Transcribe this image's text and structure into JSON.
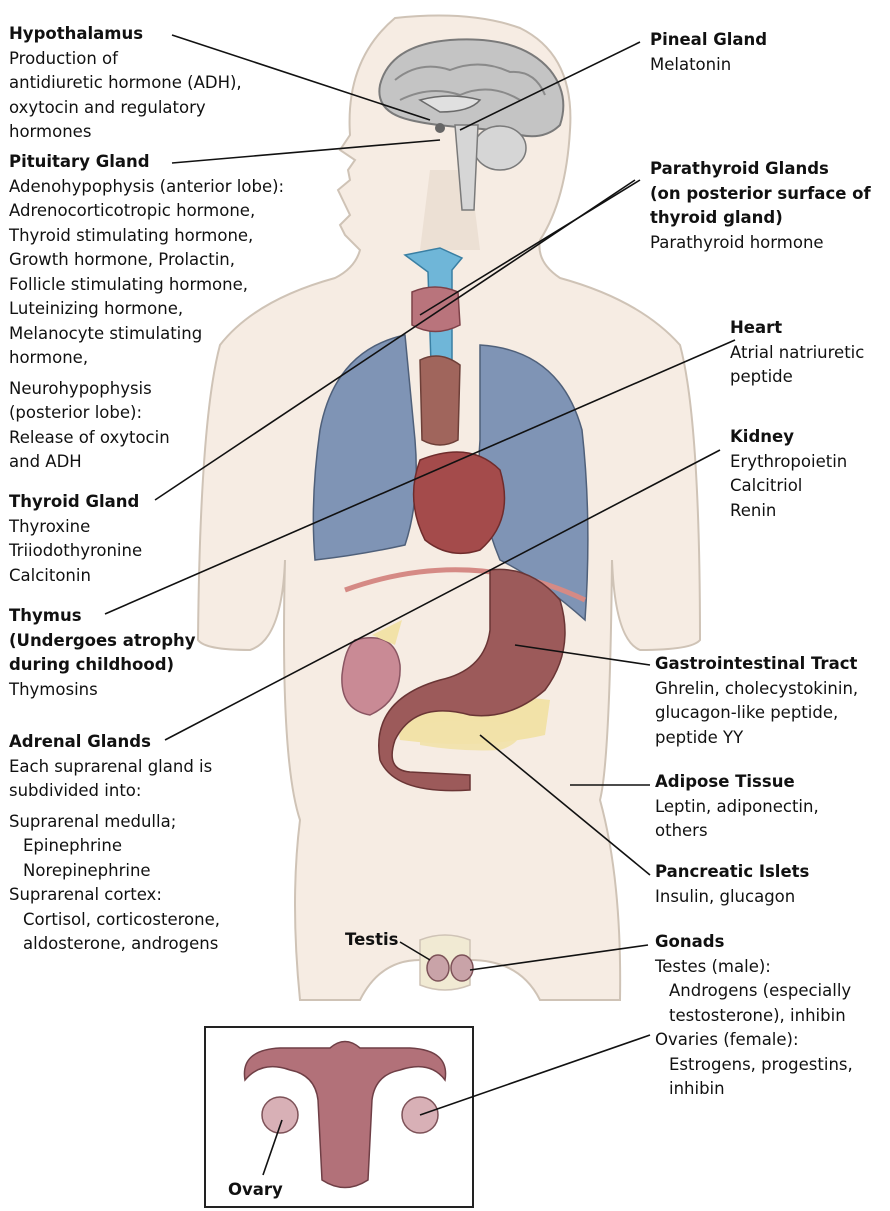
{
  "labels": {
    "hypothalamus": {
      "title": "Hypothalamus",
      "lines": [
        "Production of",
        "antidiuretic hormone (ADH),",
        "oxytocin and regulatory",
        "hormones"
      ]
    },
    "pituitary": {
      "title": "Pituitary Gland",
      "lines": [
        "Adenohypophysis (anterior lobe):",
        "Adrenocorticotropic hormone,",
        "Thyroid stimulating hormone,",
        "Growth hormone, Prolactin,",
        "Follicle stimulating hormone,",
        "Luteinizing hormone,",
        "Melanocyte stimulating",
        "hormone,"
      ],
      "lines2": [
        "Neurohypophysis",
        "(posterior lobe):",
        "Release of oxytocin",
        "and ADH"
      ]
    },
    "thyroid": {
      "title": "Thyroid Gland",
      "lines": [
        "Thyroxine",
        "Triiodothyronine",
        "Calcitonin"
      ]
    },
    "thymus": {
      "title": "Thymus",
      "title2": "(Undergoes atrophy",
      "title3": "during childhood)",
      "lines": [
        "Thymosins"
      ]
    },
    "adrenal": {
      "title": "Adrenal Glands",
      "lines": [
        "Each suprarenal gland is",
        "subdivided into:"
      ],
      "medulla": "Suprarenal medulla;",
      "medulla_items": [
        "Epinephrine",
        "Norepinephrine"
      ],
      "cortex": "Suprarenal cortex:",
      "cortex_items": [
        "Cortisol, corticosterone,",
        "aldosterone, androgens"
      ]
    },
    "pineal": {
      "title": "Pineal Gland",
      "lines": [
        "Melatonin"
      ]
    },
    "parathyroid": {
      "title": "Parathyroid Glands",
      "title2": "(on posterior surface of",
      "title3": "thyroid gland)",
      "lines": [
        "Parathyroid hormone"
      ]
    },
    "heart": {
      "title": "Heart",
      "lines": [
        "Atrial natriuretic",
        "peptide"
      ]
    },
    "kidney": {
      "title": "Kidney",
      "lines": [
        "Erythropoietin",
        "Calcitriol",
        "Renin"
      ]
    },
    "gi": {
      "title": "Gastrointestinal Tract",
      "lines": [
        "Ghrelin, cholecystokinin,",
        "glucagon-like peptide,",
        "peptide YY"
      ]
    },
    "adipose": {
      "title": "Adipose Tissue",
      "lines": [
        "Leptin, adiponectin,",
        "others"
      ]
    },
    "pancreas": {
      "title": "Pancreatic Islets",
      "lines": [
        "Insulin, glucagon"
      ]
    },
    "gonads": {
      "title": "Gonads",
      "lines": [
        "Testes (male):"
      ],
      "testes_items": [
        "Androgens (especially",
        "testosterone), inhibin"
      ],
      "ovaries": "Ovaries (female):",
      "ovaries_items": [
        "Estrogens, progestins,",
        "inhibin"
      ]
    },
    "testis_small": "Testis",
    "ovary_small": "Ovary"
  },
  "colors": {
    "body_fill": "#f6ece3",
    "body_stroke": "#cfc3b6",
    "lung": "#7f94b5",
    "heart": "#a44b4b",
    "stomach": "#9c5a5a",
    "trachea": "#6fb6d8",
    "thyroid": "#b9747c",
    "brain": "#b9b9b9",
    "pancreas": "#f2e2a8",
    "kidney": "#c98a95",
    "uterus": "#b27179"
  }
}
